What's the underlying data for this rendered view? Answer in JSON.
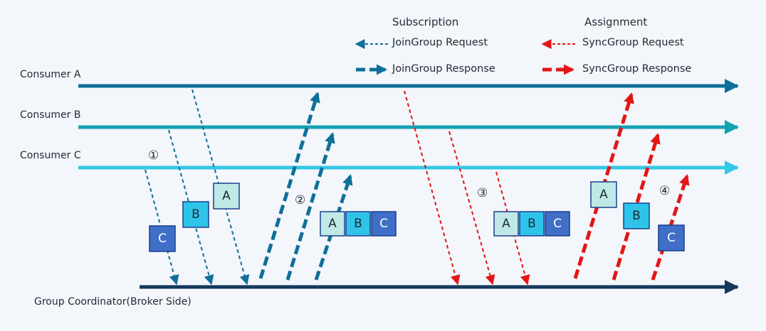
{
  "lanes": {
    "consumer_a": "Consumer A",
    "consumer_b": "Consumer B",
    "consumer_c": "Consumer C",
    "coordinator": "Group Coordinator(Broker Side)"
  },
  "legend": {
    "subscription": {
      "title": "Subscription",
      "request": "JoinGroup Request",
      "response": "JoinGroup Response"
    },
    "assignment": {
      "title": "Assignment",
      "request": "SyncGroup Request",
      "response": "SyncGroup Response"
    }
  },
  "steps": [
    "①",
    "②",
    "③",
    "④"
  ],
  "boxes": {
    "join_req": [
      "C",
      "B",
      "A"
    ],
    "join_resp": [
      "A",
      "B",
      "C"
    ],
    "sync_req": [
      "A",
      "B",
      "C"
    ],
    "sync_resp": [
      "A",
      "B",
      "C"
    ]
  },
  "colors": {
    "lane_a": "#0e6f99",
    "lane_b": "#14a3b3",
    "lane_c": "#33c8e6",
    "coordinator": "#14385c",
    "join": "#0e6f99",
    "sync": "#e31515",
    "box_a": "#bfe9e6",
    "box_b": "#2ec4ea",
    "box_c": "#3f6fc6"
  }
}
